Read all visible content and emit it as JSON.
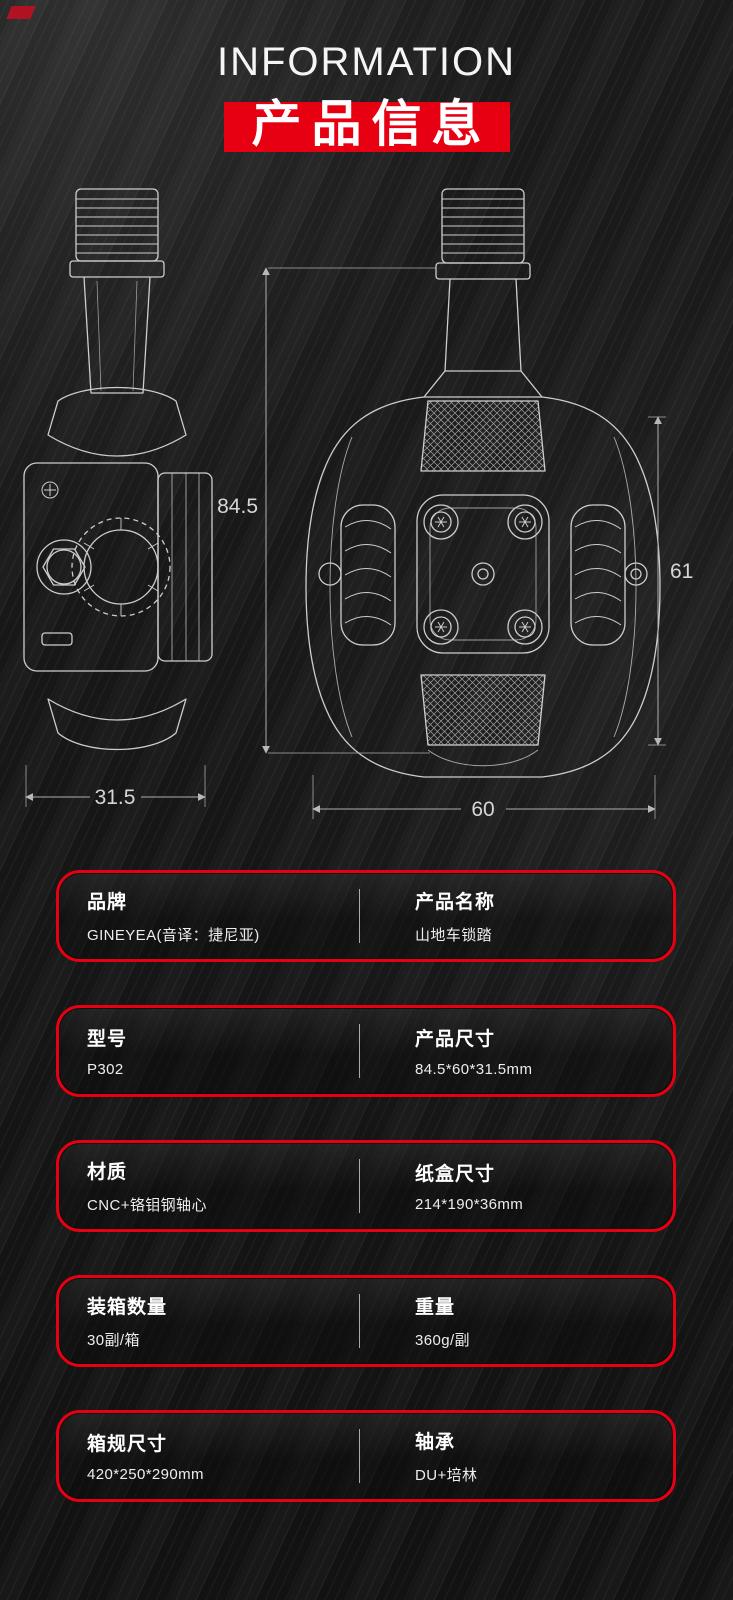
{
  "header": {
    "title_en": "INFORMATION",
    "title_zh": "产品信息"
  },
  "diagram": {
    "dim_height": "84.5",
    "dim_side": "61",
    "dim_width_side": "31.5",
    "dim_width_front": "60"
  },
  "specs": [
    {
      "left": {
        "label": "品牌",
        "value": "GINEYEA(音译：捷尼亚)"
      },
      "right": {
        "label": "产品名称",
        "value": "山地车锁踏"
      }
    },
    {
      "left": {
        "label": "型号",
        "value": "P302"
      },
      "right": {
        "label": "产品尺寸",
        "value": "84.5*60*31.5mm"
      }
    },
    {
      "left": {
        "label": "材质",
        "value": "CNC+铬钼钢轴心"
      },
      "right": {
        "label": "纸盒尺寸",
        "value": "214*190*36mm"
      }
    },
    {
      "left": {
        "label": "装箱数量",
        "value": "30副/箱"
      },
      "right": {
        "label": "重量",
        "value": "360g/副"
      }
    },
    {
      "left": {
        "label": "箱规尺寸",
        "value": "420*250*290mm"
      },
      "right": {
        "label": "轴承",
        "value": "DU+培林"
      }
    }
  ],
  "colors": {
    "accent_red": "#e60012",
    "background": "#161616",
    "line_art": "#cdcdcd",
    "text": "#ffffff"
  }
}
